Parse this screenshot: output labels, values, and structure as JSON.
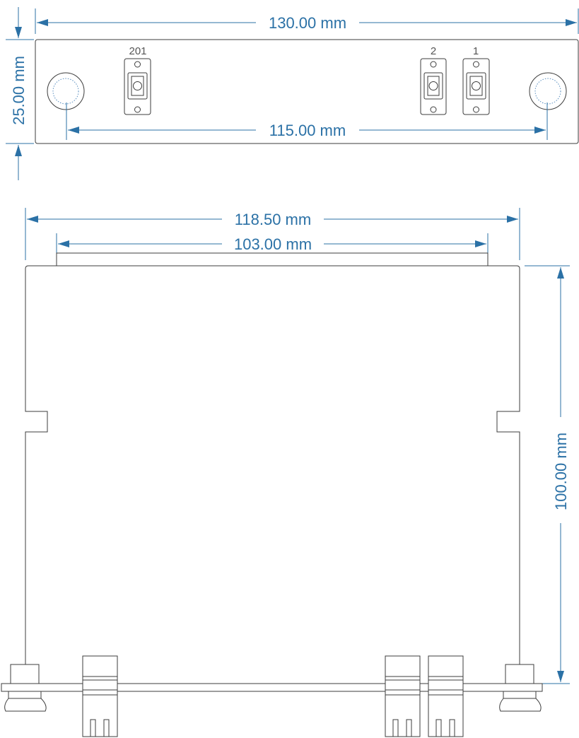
{
  "dimensions": {
    "front_width": "130.00 mm",
    "front_height": "25.00 mm",
    "hole_spacing": "115.00 mm",
    "board_width": "118.50 mm",
    "top_plate_width": "103.00 mm",
    "board_depth": "100.00 mm"
  },
  "ports": [
    {
      "label": "201"
    },
    {
      "label": "2"
    },
    {
      "label": "1"
    }
  ],
  "colors": {
    "dimension": "#2b71a6",
    "outline": "#3c3c3c",
    "label": "#555555"
  }
}
